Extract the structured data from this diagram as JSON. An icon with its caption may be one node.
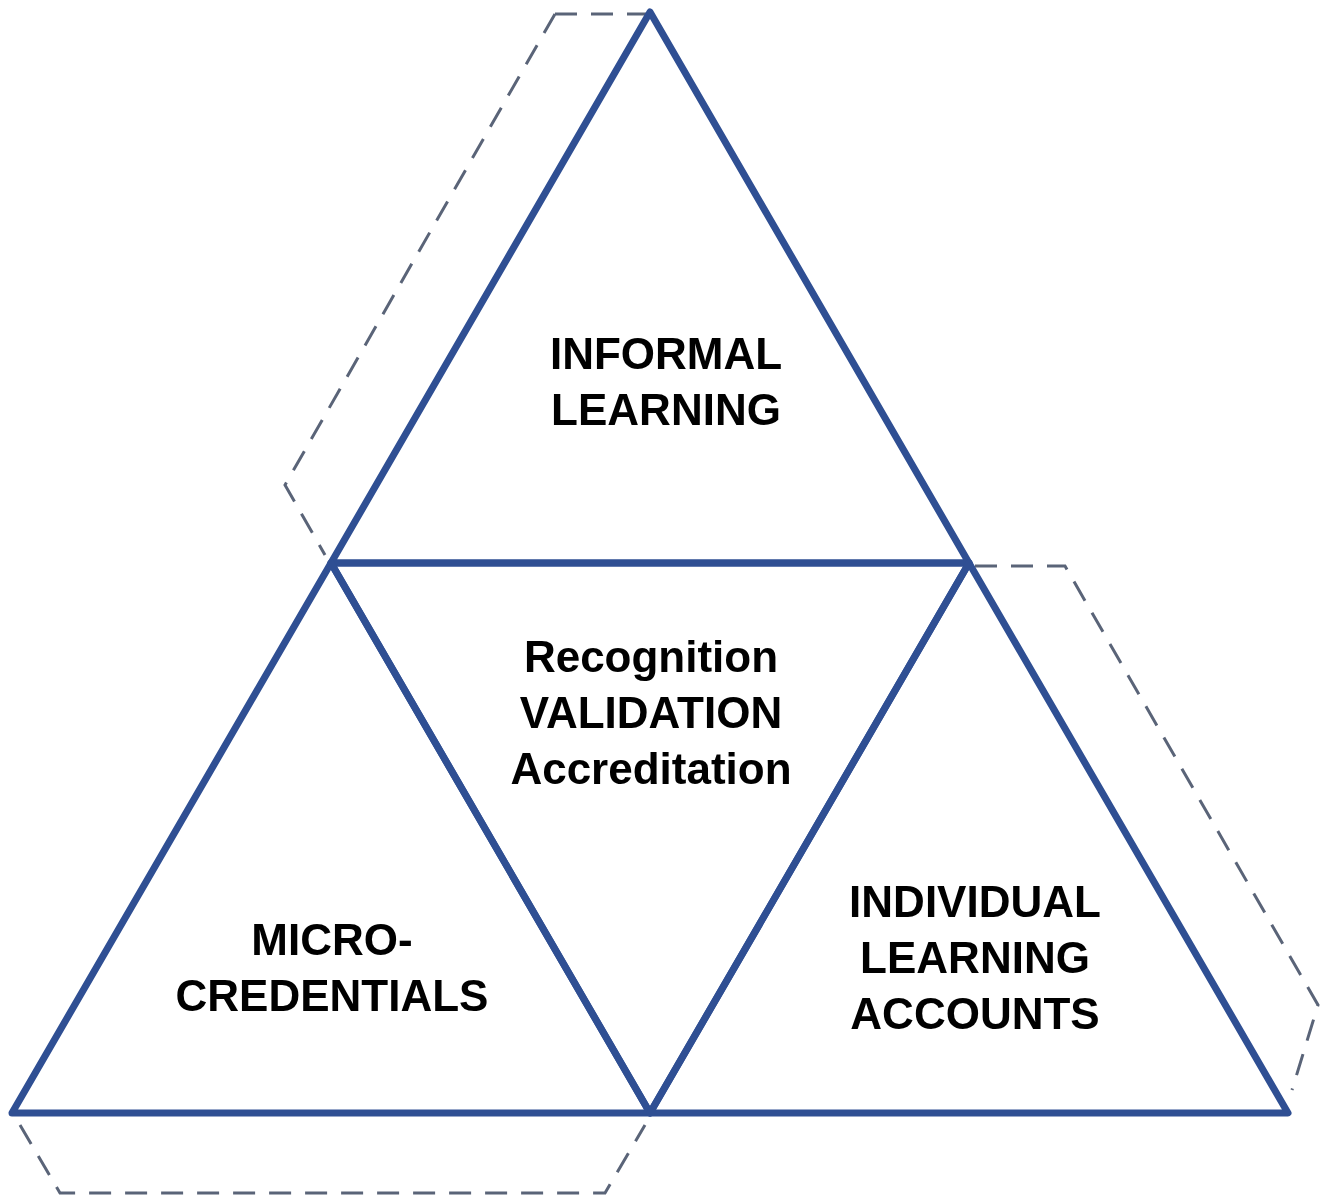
{
  "diagram": {
    "nodes": [
      {
        "text": [
          "INFORMAL LEARNING"
        ]
      },
      {
        "text": [
          "Recognition",
          "VALIDATION",
          "Accreditation"
        ]
      },
      {
        "text": [
          "MICRO-CREDENTIALS"
        ]
      },
      {
        "text": [
          "INDIVIDUAL LEARNING ACCOUNTS"
        ]
      }
    ],
    "edges": []
  }
}
